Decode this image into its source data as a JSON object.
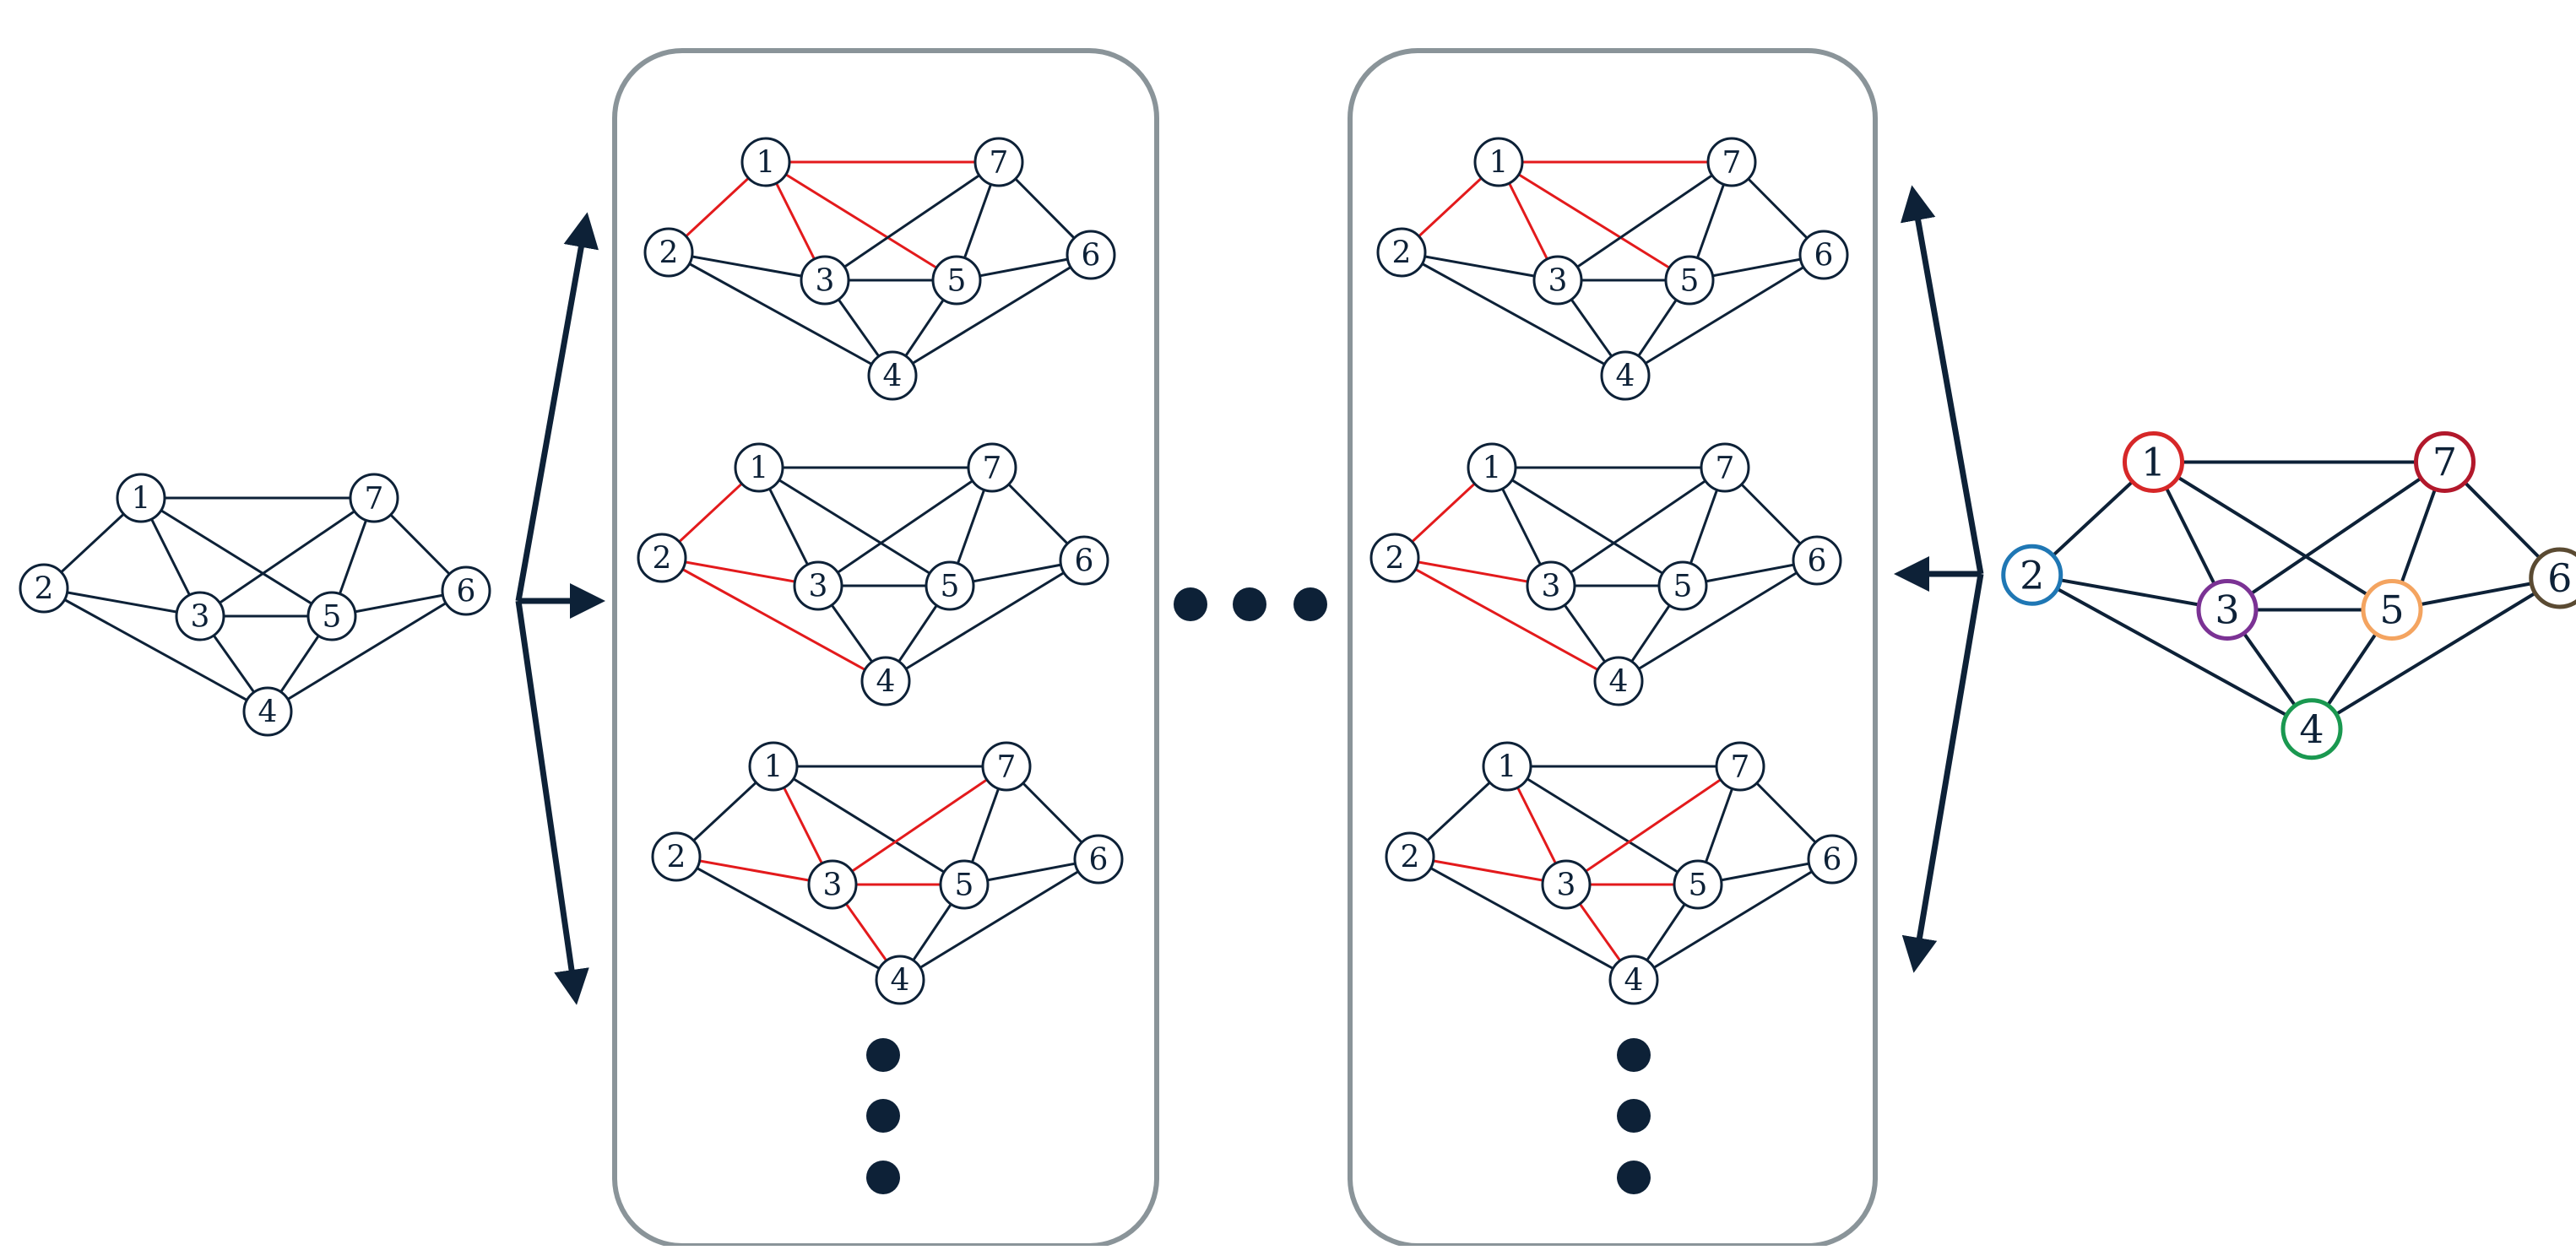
{
  "colors": {
    "edge": "#0d2137",
    "highlight": "#e31a1c",
    "panel_border": "#8a9499",
    "background": "#ffffff"
  },
  "graph": {
    "nodes": [
      "1",
      "2",
      "3",
      "4",
      "5",
      "6",
      "7"
    ],
    "edges": [
      [
        "1",
        "2"
      ],
      [
        "1",
        "3"
      ],
      [
        "1",
        "5"
      ],
      [
        "1",
        "7"
      ],
      [
        "2",
        "3"
      ],
      [
        "2",
        "4"
      ],
      [
        "3",
        "4"
      ],
      [
        "3",
        "5"
      ],
      [
        "3",
        "7"
      ],
      [
        "4",
        "5"
      ],
      [
        "4",
        "6"
      ],
      [
        "5",
        "6"
      ],
      [
        "5",
        "7"
      ],
      [
        "6",
        "7"
      ]
    ]
  },
  "panels": [
    {
      "graphs": [
        {
          "highlight": [
            [
              "1",
              "2"
            ],
            [
              "1",
              "3"
            ],
            [
              "1",
              "5"
            ],
            [
              "1",
              "7"
            ]
          ]
        },
        {
          "highlight": [
            [
              "1",
              "2"
            ],
            [
              "2",
              "3"
            ],
            [
              "2",
              "4"
            ]
          ]
        },
        {
          "highlight": [
            [
              "1",
              "3"
            ],
            [
              "2",
              "3"
            ],
            [
              "3",
              "4"
            ],
            [
              "3",
              "5"
            ],
            [
              "3",
              "7"
            ]
          ]
        }
      ]
    },
    {
      "graphs": [
        {
          "highlight": [
            [
              "1",
              "2"
            ],
            [
              "1",
              "3"
            ],
            [
              "1",
              "5"
            ],
            [
              "1",
              "7"
            ]
          ]
        },
        {
          "highlight": [
            [
              "1",
              "2"
            ],
            [
              "2",
              "3"
            ],
            [
              "2",
              "4"
            ]
          ]
        },
        {
          "highlight": [
            [
              "1",
              "3"
            ],
            [
              "2",
              "3"
            ],
            [
              "3",
              "4"
            ],
            [
              "3",
              "5"
            ],
            [
              "3",
              "7"
            ]
          ]
        }
      ]
    }
  ],
  "node_colors": {
    "1": "#d62728",
    "2": "#1f77b4",
    "3": "#7b3294",
    "4": "#1a9850",
    "5": "#f4a460",
    "6": "#5a4a32",
    "7": "#b2182b"
  }
}
